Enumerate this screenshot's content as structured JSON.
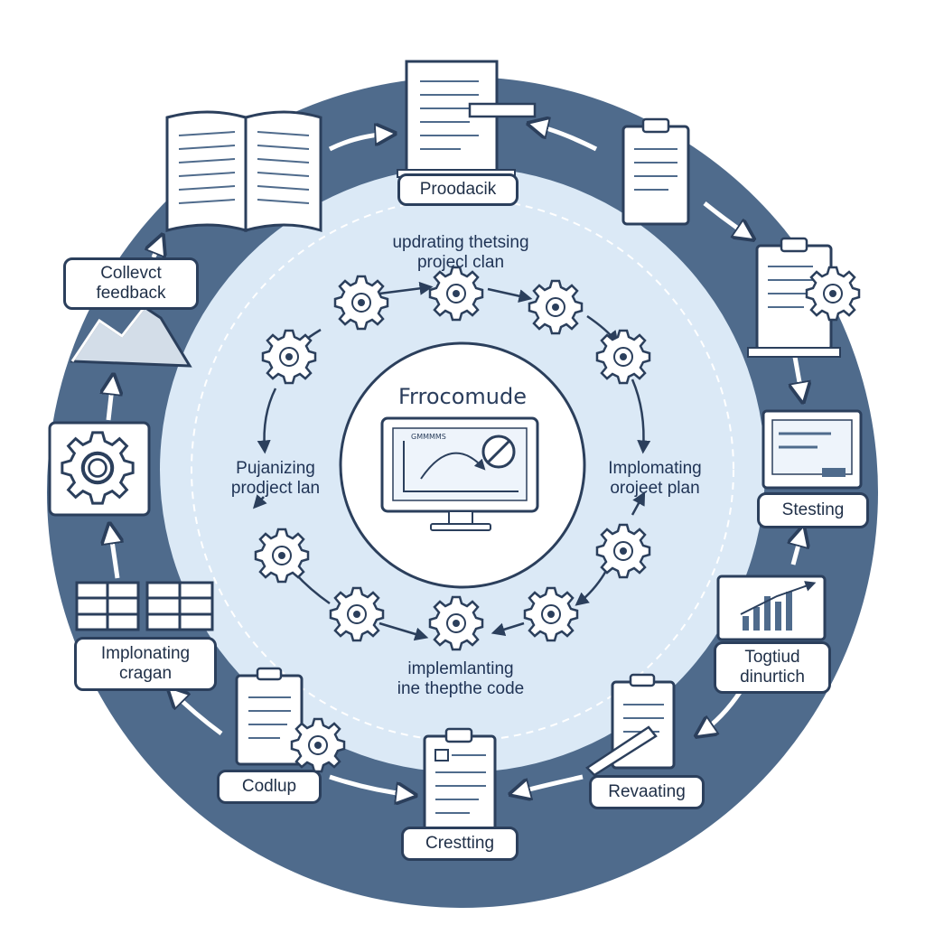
{
  "colors": {
    "outer_ring": "#4f6b8c",
    "inner_disc": "#dbe9f6",
    "line": "#2b3f5c",
    "white": "#ffffff"
  },
  "outer_labels": {
    "top": "Proodacik",
    "left_feedback": "Collevct\nfeedback",
    "right_steps": "Stesting",
    "left_impl": "Implonating\ncragan",
    "right_tog": "Togtiud\ndinurtich",
    "bottom_left": "Codlup",
    "bottom_right": "Revaating",
    "bottom": "Crestting"
  },
  "inner_labels": {
    "top": "updrating thetsing\nprojecl clan",
    "left": "Pujanizing\nprodject lan",
    "right": "Implomating\norojeet plan",
    "bottom": "implemlanting\nine thepthe code"
  },
  "center": {
    "title": "Frrocomude",
    "screen_caption": "GMMMMS"
  },
  "icons": [
    "open-book-icon",
    "document-pencil-icon",
    "clipboard-icon",
    "clipboard-gear-icon",
    "browser-window-icon",
    "bar-chart-icon",
    "clipboard-pen-icon",
    "clipboard-list-icon",
    "document-gear-icon",
    "table-icon",
    "gear-box-icon",
    "mountain-chart-icon",
    "gear-icon",
    "monitor-icon",
    "cancel-icon"
  ]
}
